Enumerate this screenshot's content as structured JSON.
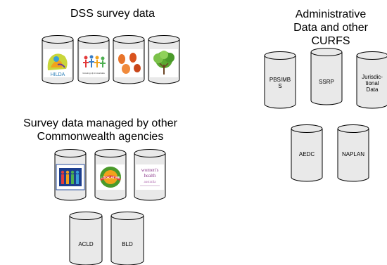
{
  "headings": {
    "dss": "DSS survey data",
    "admin_line1": "Administrative",
    "admin_line2": "Data and other",
    "admin_line3": "CURFS",
    "other_line1": "Survey data managed by other",
    "other_line2": "Commonwealth agencies"
  },
  "dss_logos": {
    "hilda_text": "HILDA",
    "lsac_text": "Growing Up in Australia"
  },
  "other_logos": {
    "lsic_text": "LOOK AT ME",
    "alswh_line1": "women's",
    "alswh_line2": "health",
    "alswh_line3": "australia"
  },
  "admin_cylinders": [
    {
      "label_line1": "PBS/MB",
      "label_line2": "S"
    },
    {
      "label_line1": "SSRP",
      "label_line2": ""
    },
    {
      "label_line1": "Jurisdic-",
      "label_line2": "tional",
      "label_line3": "Data"
    },
    {
      "label_line1": "AEDC",
      "label_line2": ""
    },
    {
      "label_line1": "NAPLAN",
      "label_line2": ""
    }
  ],
  "other_cylinders": [
    {
      "label": "ACLD"
    },
    {
      "label": "BLD"
    }
  ],
  "colors": {
    "cylinder_fill": "#e9e9e9",
    "cylinder_stroke": "#000000"
  }
}
